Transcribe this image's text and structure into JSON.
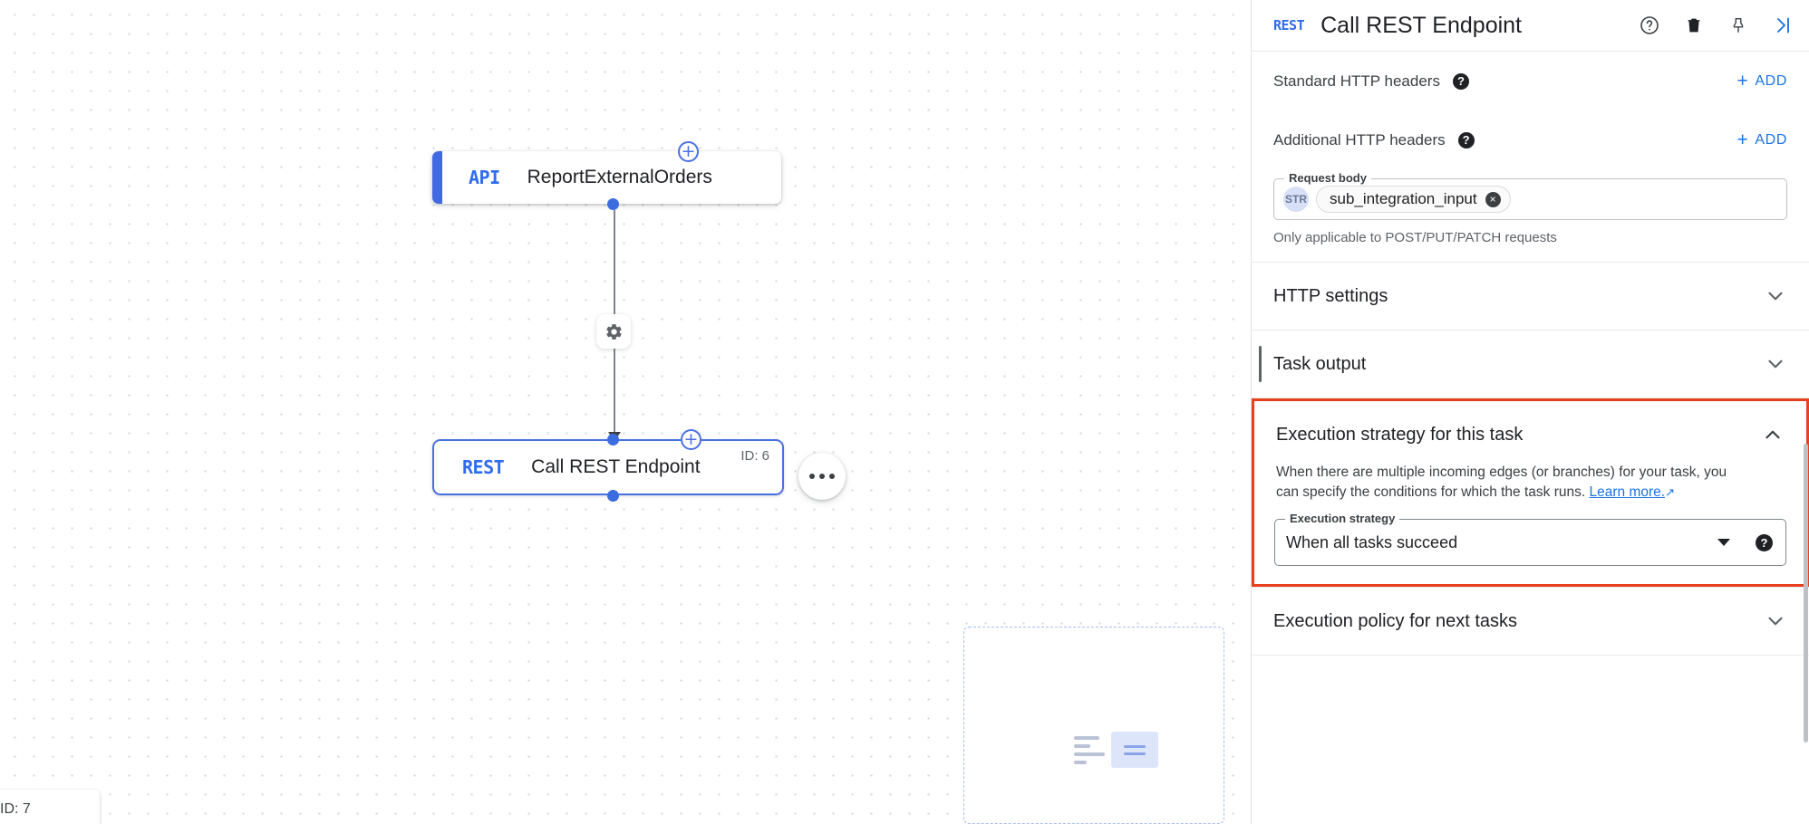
{
  "canvas": {
    "nodes": [
      {
        "badge": "API",
        "title": "ReportExternalOrders",
        "id_label": ""
      },
      {
        "badge": "REST",
        "title": "Call REST Endpoint",
        "id_label": "ID: 6"
      }
    ],
    "edge_icon": "gear-icon",
    "more_icon": "more-horizontal-icon",
    "add_icon": "plus-circle-icon",
    "corner_id_label": "ID: 7"
  },
  "panel": {
    "header": {
      "badge": "REST",
      "title": "Call REST Endpoint",
      "icons": [
        "help-icon",
        "delete-icon",
        "pin-icon",
        "collapse-panel-icon"
      ]
    },
    "standard_headers": {
      "label": "Standard HTTP headers",
      "help": "?",
      "add_label": "ADD",
      "add_plus": "+"
    },
    "additional_headers": {
      "label": "Additional HTTP headers",
      "help": "?",
      "add_label": "ADD",
      "add_plus": "+"
    },
    "request_body": {
      "legend": "Request body",
      "type_badge": "STR",
      "chip_value": "sub_integration_input",
      "chip_remove": "×",
      "helper": "Only applicable to POST/PUT/PATCH requests"
    },
    "sections": [
      {
        "title": "HTTP settings",
        "state": "collapsed"
      },
      {
        "title": "Task output",
        "state": "collapsed"
      },
      {
        "title": "Execution policy for next tasks",
        "state": "collapsed"
      }
    ],
    "execution_strategy": {
      "title": "Execution strategy for this task",
      "state": "expanded",
      "description_line1": "When there are multiple incoming edges (or branches) for your task,",
      "description_line2": "you can specify the conditions for which the task runs.",
      "learn_more": "Learn more.",
      "field_legend": "Execution strategy",
      "selected_value": "When all tasks succeed",
      "help": "?",
      "highlight_color": "#e8401f"
    }
  },
  "colors": {
    "accent_blue": "#1a73e8",
    "node_blue": "#4b70e2",
    "highlight_red": "#e8401f",
    "text_primary": "#202124",
    "text_secondary": "#5f6368"
  }
}
